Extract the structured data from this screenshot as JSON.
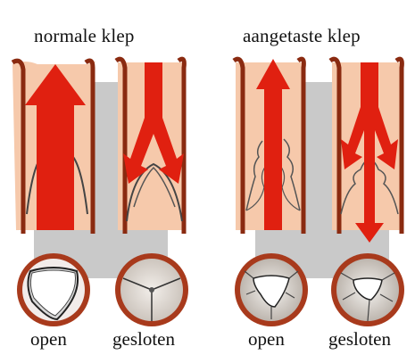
{
  "headings": {
    "normal": "normale klep",
    "affected": "aangetaste klep"
  },
  "captions": {
    "normal_open": "open",
    "normal_closed": "gesloten",
    "affected_open": "open",
    "affected_closed": "gesloten"
  },
  "colors": {
    "vessel_fill": "#f6c9ab",
    "vessel_wall": "#8a2a10",
    "arrow": "#e02010",
    "backdrop": "#c9c9c9",
    "valve_ring": "#a83a1c",
    "valve_inner": "#d8d2cc"
  }
}
